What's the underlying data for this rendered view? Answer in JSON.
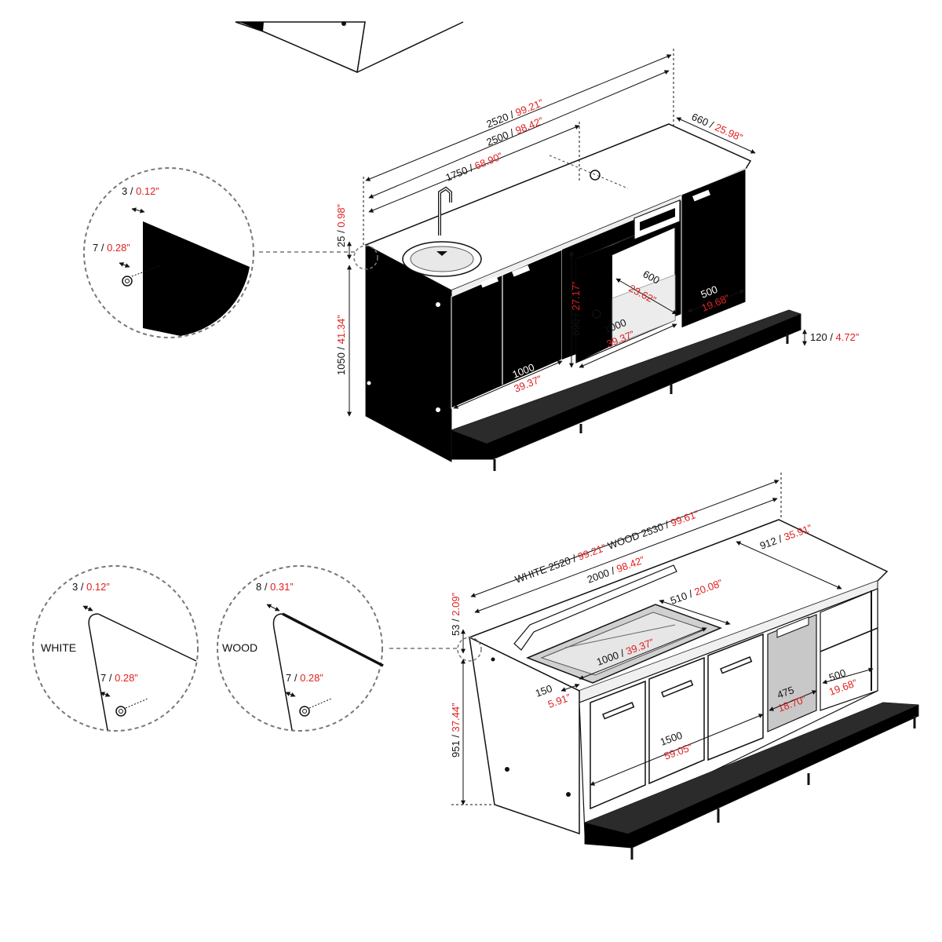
{
  "colors": {
    "metric": "#111111",
    "imperial": "#e02020",
    "cabinet": "#000000",
    "steel": "#d9d9d9",
    "callout": "#777777"
  },
  "top_unit": {
    "dims": {
      "overall_width": {
        "mm": "2520",
        "in": "99.21”"
      },
      "top_width": {
        "mm": "2500",
        "in": "98.42”"
      },
      "sink_span": {
        "mm": "1750",
        "in": "68.90”"
      },
      "depth": {
        "mm": "660",
        "in": "25.98”"
      },
      "top_thickness": {
        "mm": "25",
        "in": "0.98”"
      },
      "height": {
        "mm": "1050",
        "in": "41.34”"
      },
      "niche_depth": {
        "mm": "600",
        "in": "23.62”"
      },
      "niche_height": {
        "mm": "690",
        "in": "27.17”"
      },
      "niche_width": {
        "mm": "1000",
        "in": "39.37”"
      },
      "cabinet_width": {
        "mm": "1000",
        "in": "39.37”"
      },
      "right_module": {
        "mm": "500",
        "in": "19.68”"
      },
      "step_height": {
        "mm": "120",
        "in": "4.72”"
      }
    },
    "callout": {
      "edge": {
        "mm": "3",
        "in": "0.12”"
      },
      "screw": {
        "mm": "7",
        "in": "0.28”"
      }
    }
  },
  "bottom_unit": {
    "dims": {
      "white_width": {
        "label": "WHITE 2520",
        "in": "99.21”"
      },
      "wood_width": {
        "label": "WOOD 2530",
        "in": "99.61”"
      },
      "inner_width": {
        "mm": "2000",
        "in": "98.42”"
      },
      "well_depth": {
        "mm": "510",
        "in": "20.08”"
      },
      "well_width": {
        "mm": "1000",
        "in": "39.37”"
      },
      "side_depth": {
        "mm": "912",
        "in": "35.91”"
      },
      "top_thickness": {
        "mm": "53",
        "in": "2.09”"
      },
      "height": {
        "mm": "951",
        "in": "37.44”"
      },
      "front_offset": {
        "mm": "150",
        "in": "5.91”"
      },
      "drawer_span": {
        "mm": "1500",
        "in": "59.05”"
      },
      "ice_panel": {
        "mm": "475",
        "in": "18.70”"
      },
      "shelf_width": {
        "mm": "500",
        "in": "19.68”"
      }
    },
    "callout_white": {
      "title": "WHITE",
      "edge": {
        "mm": "3",
        "in": "0.12”"
      },
      "screw": {
        "mm": "7",
        "in": "0.28”"
      }
    },
    "callout_wood": {
      "title": "WOOD",
      "edge": {
        "mm": "8",
        "in": "0.31”"
      },
      "screw": {
        "mm": "7",
        "in": "0.28”"
      }
    }
  }
}
